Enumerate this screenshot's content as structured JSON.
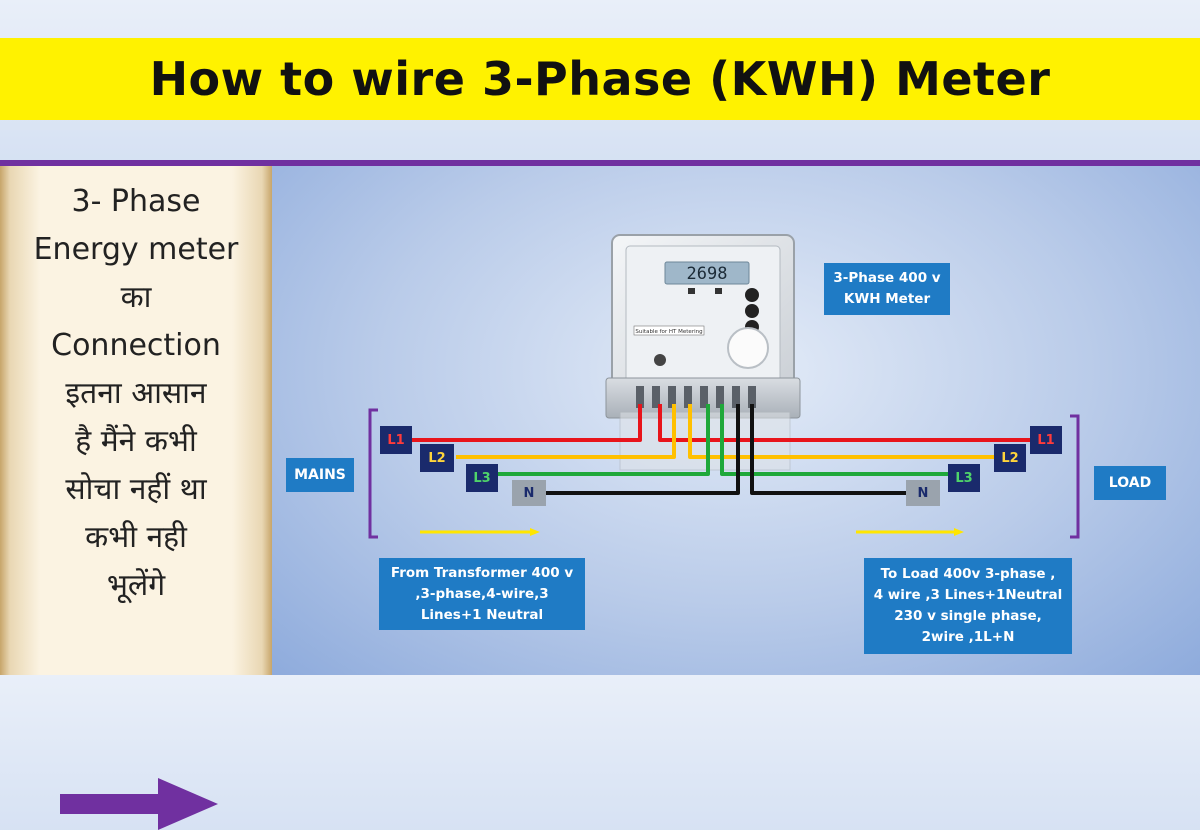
{
  "title": "How to wire 3-Phase (KWH) Meter",
  "side_text": [
    "3- Phase",
    "Energy meter",
    "का",
    "Connection",
    "इतना आसान",
    "है मैंने कभी",
    "सोचा नहीं था",
    "कभी नही",
    "भूलेंगे"
  ],
  "meter_label": [
    "3-Phase 400 v",
    "KWH Meter"
  ],
  "meter_display": "2698",
  "meter_caption": "Suitable for HT Metering",
  "mains_label": "MAINS",
  "load_label": "LOAD",
  "terminals_left": [
    "L1",
    "L2",
    "L3",
    "N"
  ],
  "terminals_right": [
    "L1",
    "L2",
    "L3",
    "N"
  ],
  "from_note": [
    "From Transformer 400 v",
    ",3-phase,4-wire,3",
    "Lines+1 Neutral"
  ],
  "to_note": [
    "To Load  400v 3-phase ,",
    "4 wire ,3 Lines+1Neutral",
    "230 v single phase,",
    "2wire ,1L+N"
  ],
  "colors": {
    "title_bg": "#fff200",
    "accent_purple": "#7030a0",
    "box_blue": "#1f7bc5",
    "wire_L1": "#e8141b",
    "wire_L2": "#ffc000",
    "wire_L3": "#1fa83a",
    "wire_N": "#111111",
    "terminal_navy": "#1a2a6c"
  }
}
